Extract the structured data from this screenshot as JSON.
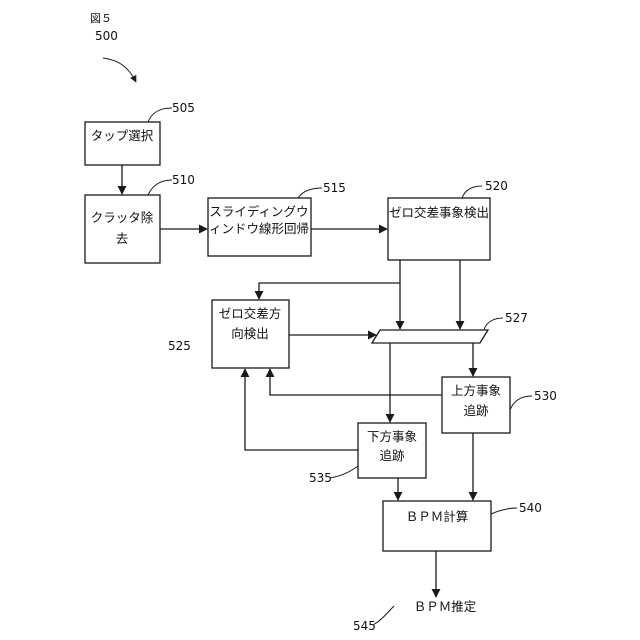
{
  "figure": {
    "label": "図５",
    "number": "500"
  },
  "blocks": {
    "tap_select": {
      "ref": "505",
      "lines": [
        "タップ選択"
      ]
    },
    "clutter_removal": {
      "ref": "510",
      "lines": [
        "クラッタ除",
        "去"
      ]
    },
    "sliding_window": {
      "ref": "515",
      "lines": [
        "スライディングウ",
        "ィンドウ線形回帰"
      ]
    },
    "zero_cross_detect": {
      "ref": "520",
      "lines": [
        "ゼロ交差事象検出"
      ]
    },
    "zero_cross_dir": {
      "ref": "525",
      "lines": [
        "ゼロ交差方",
        "向検出"
      ]
    },
    "mux": {
      "ref": "527"
    },
    "upward_track": {
      "ref": "530",
      "lines": [
        "上方事象",
        "追跡"
      ]
    },
    "downward_track": {
      "ref": "535",
      "lines": [
        "下方事象",
        "追跡"
      ]
    },
    "bpm_calc": {
      "ref": "540",
      "lines": [
        "ＢＰＭ計算"
      ]
    },
    "bpm_estimate": {
      "ref": "545",
      "label": "ＢＰＭ推定"
    }
  }
}
